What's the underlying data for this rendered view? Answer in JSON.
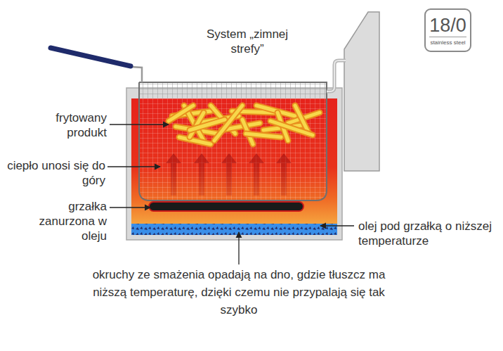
{
  "diagram": {
    "title": "System „zimnej strefy”",
    "nodes": [
      {
        "text": [
          "18/0",
          "stainless steel"
        ]
      }
    ],
    "labels": [
      "frytowany produkt",
      "ciepło unosi się do góry",
      "grzałka zanurzona w oleju",
      "olej pod grzałką o niższej temperaturze",
      "okruchy ze smażenia opadają na dno, gdzie tłuszcz ma niższą temperaturę, dzięki czemu nie przypalają się tak szybko"
    ]
  }
}
